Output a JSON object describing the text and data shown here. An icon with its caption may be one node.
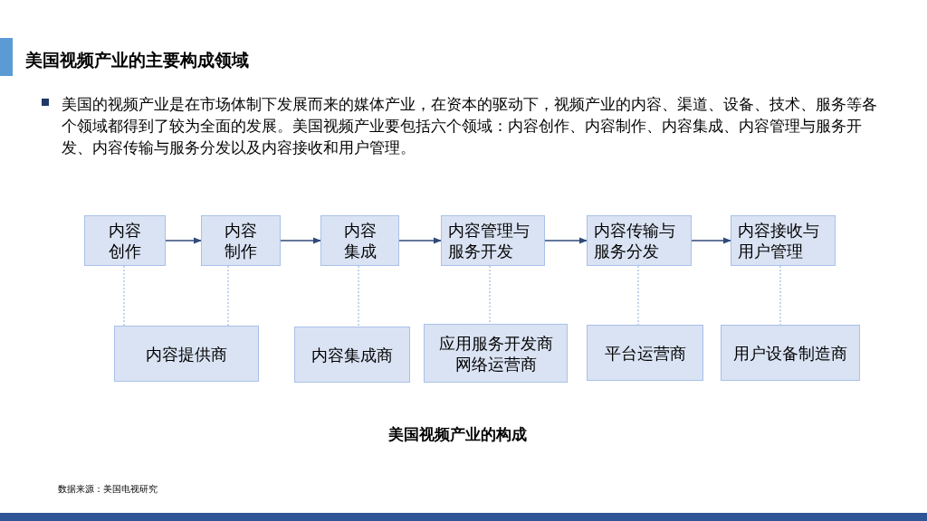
{
  "diagram": {
    "title": "美国视频产业的主要构成领域",
    "caption": "美国视频产业的构成",
    "nodes": [
      {
        "text": [
          "内容创作"
        ]
      },
      {
        "text": [
          "内容制作"
        ]
      },
      {
        "text": [
          "内容集成"
        ]
      },
      {
        "text": [
          "内容管理与服务开发"
        ]
      },
      {
        "text": [
          "内容传输与服务分发"
        ]
      },
      {
        "text": [
          "内容接收与用户管理"
        ]
      },
      {
        "text": [
          "内容提供商"
        ]
      },
      {
        "text": [
          "内容集成商"
        ]
      },
      {
        "text": [
          "应用服务开发商",
          "网络运营商"
        ]
      },
      {
        "text": [
          "平台运营商"
        ]
      },
      {
        "text": [
          "用户设备制造商"
        ]
      }
    ],
    "edges": [
      {
        "from": 0,
        "to": 1,
        "arrow": "to",
        "color": "#2f4a7a"
      },
      {
        "from": 1,
        "to": 2,
        "arrow": "to",
        "color": "#2f4a7a"
      },
      {
        "from": 2,
        "to": 3,
        "arrow": "to",
        "color": "#2f4a7a"
      },
      {
        "from": 3,
        "to": 4,
        "arrow": "to",
        "color": "#2f4a7a"
      },
      {
        "from": 4,
        "to": 5,
        "arrow": "to",
        "color": "#2f4a7a"
      },
      {
        "from": 0,
        "to": 6,
        "arrow": "none",
        "style": "dashed"
      },
      {
        "from": 1,
        "to": 6,
        "arrow": "none",
        "style": "dashed"
      },
      {
        "from": 2,
        "to": 7,
        "arrow": "none",
        "style": "dashed"
      },
      {
        "from": 3,
        "to": 8,
        "arrow": "none",
        "style": "dashed"
      },
      {
        "from": 4,
        "to": 9,
        "arrow": "none",
        "style": "dashed"
      },
      {
        "from": 5,
        "to": 10,
        "arrow": "none",
        "style": "dashed"
      }
    ],
    "labels": [
      "美国的视频产业是在市场体制下发展而来的媒体产业，在资本的驱动下，视频产业的内容、渠道、设备、技术、服务等各个领域都得到了较为全面的发展。美国视频产业要包括六个领域：内容创作、内容制作、内容集成、内容管理与服务开发、内容传输与服务分发以及内容接收和用户管理。",
      "数据来源：美国电视研究"
    ]
  }
}
